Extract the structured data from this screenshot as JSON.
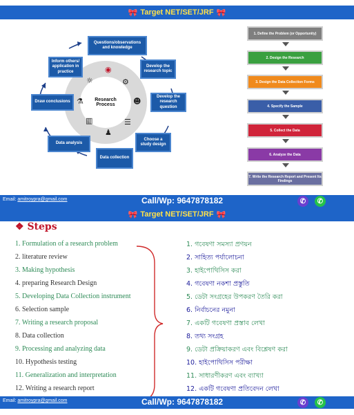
{
  "banner": {
    "text": "Target NET/SET/JRF"
  },
  "footer": {
    "email_label": "Email:",
    "email": "amitroypra@gmail.com",
    "call": "Call/Wp: 9647878182"
  },
  "colors": {
    "banner": "#1e64c8",
    "banner_text": "#ffe14a",
    "steps_title": "#c0152a",
    "odd_item": "#2e8b57",
    "even_item": "#333333",
    "bengali": "#1a1a9a"
  },
  "cycle": {
    "center": "Research Process",
    "boxes": [
      "Questions/observations and knowledge",
      "Develop the research topic",
      "Develop the research question",
      "Choose a study design",
      "Data collection",
      "Data analysis",
      "Draw conclusions",
      "Inform others/ application in practice"
    ]
  },
  "process": [
    {
      "label": "1. Define the Problem (or Opportunity)",
      "color": "#7f7f7f"
    },
    {
      "label": "2. Design the Research",
      "color": "#3aa040"
    },
    {
      "label": "3. Design the Data Collection Forms",
      "color": "#f08a1c"
    },
    {
      "label": "4. Specify the Sample",
      "color": "#3a5ea8"
    },
    {
      "label": "5. Collect the Data",
      "color": "#d0243a"
    },
    {
      "label": "6. Analyze the Data",
      "color": "#8a3aa6"
    },
    {
      "label": "7. Write the Research Report and Present Its Findings",
      "color": "#6a6fa0"
    }
  ],
  "steps": {
    "heading": "Steps",
    "english": [
      "1. Formulation of a research problem",
      "2. literature review",
      "3. Making hypothesis",
      "4. preparing Research Design",
      "5. Developing Data Collection instrument",
      "6. Selection sample",
      "7. Writing a research proposal",
      "8. Data collection",
      "9. Processing and analyzing data",
      "10. Hypothesis testing",
      "11. Generalization and interpretation",
      "12. Writing a research report"
    ],
    "bengali": [
      "1. গবেষণা সমস্যা প্রণয়ন",
      "2. সাহিত্য পর্যালোচনা",
      "3. হাইপোথিসিস করা",
      "4. গবেষণা নকশা প্রস্তুতি",
      "5. ডেটা সংগ্রহের উপকরণ তৈরি করা",
      "6. নির্বাচনের নমুনা",
      "7. একটি গবেষণা প্রস্তাব লেখা",
      "8. তথ্য সংগ্রহ",
      "9. ডেটা প্রক্রিয়াকরণ এবং বিশ্লেষণ করা",
      "10. হাইপোথিসিস পরীক্ষা",
      "11. সাধারণীকরণ এবং ব্যাখ্যা",
      "12. একটি গবেষণা প্রতিবেদন লেখা"
    ]
  }
}
